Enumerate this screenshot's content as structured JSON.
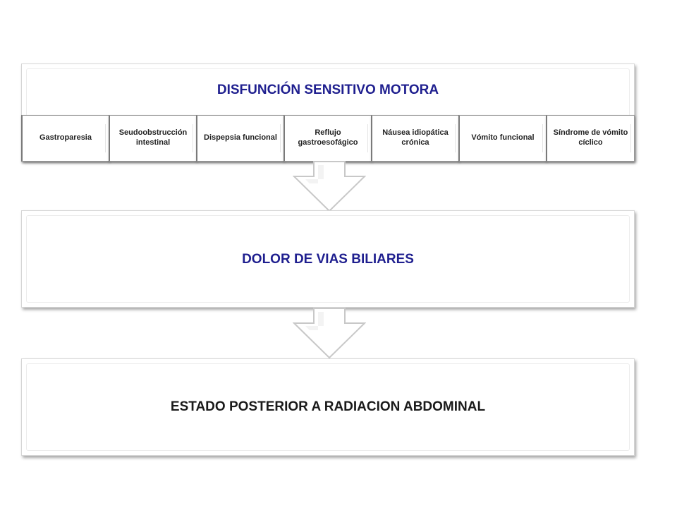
{
  "diagram": {
    "top_box": {
      "title": "DISFUNCIÓN SENSITIVO MOTORA",
      "items": [
        "Gastroparesia",
        "Seudoobstrucción intestinal",
        "Dispepsia funcional",
        "Reflujo gastroesofágico",
        "Náusea idiopática crónica",
        "Vómito funcional",
        "Síndrome de vómito cíclico"
      ]
    },
    "middle_box": {
      "title": "DOLOR DE VIAS BILIARES"
    },
    "bottom_box": {
      "title": "ESTADO POSTERIOR A RADIACION ABDOMINAL"
    },
    "colors": {
      "title_blue": "#1f1f8f",
      "title_black": "#1a1a1a",
      "box_border": "#d6d6d6",
      "arrow_fill": "#ffffff",
      "arrow_stroke": "#c8c8c8"
    }
  }
}
